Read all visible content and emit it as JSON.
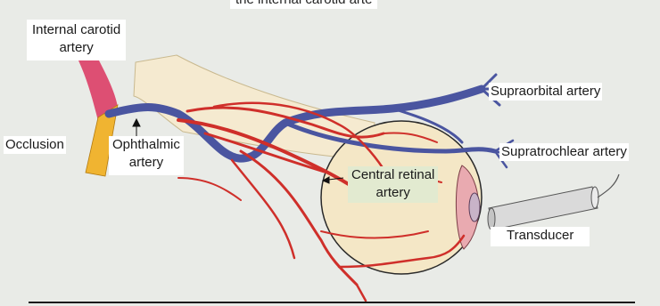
{
  "caption_top": "the internal carotid arte",
  "labels": {
    "internal_carotid": [
      "Internal carotid",
      "artery"
    ],
    "occlusion": "Occlusion",
    "ophthalmic": [
      "Ophthalmic",
      "artery"
    ],
    "supraorbital": "Supraorbital artery",
    "supratrochlear": "Supratrochlear artery",
    "central_retinal": [
      "Central retinal",
      "artery"
    ],
    "transducer": "Transducer"
  },
  "colors": {
    "background": "#e9ebe7",
    "optic_nerve": "#f5ead0",
    "eyeball": "#f4e7c6",
    "artery_red": "#cf2f2a",
    "vein_blue": "#4a55a0",
    "carotid_pink": "#dd4f73",
    "occlusion_yellow": "#f0b431",
    "cornea": "#e9aab0",
    "transducer": "#dadada"
  }
}
